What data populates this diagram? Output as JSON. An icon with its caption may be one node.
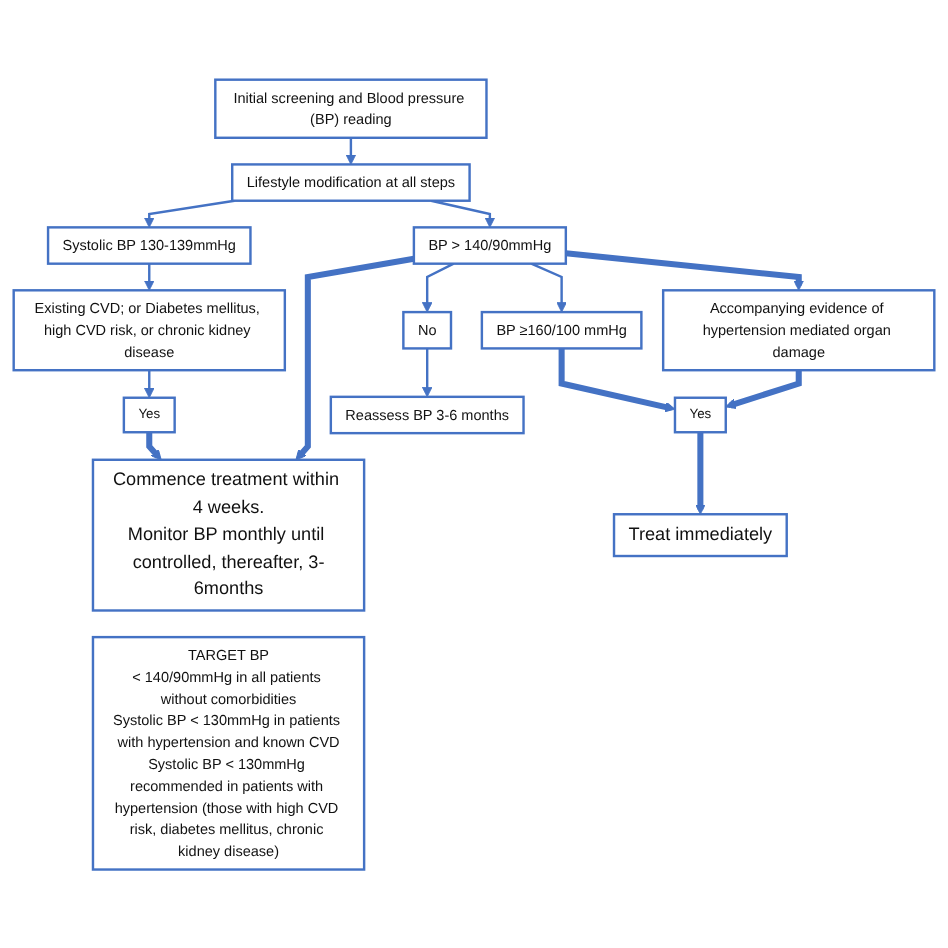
{
  "diagram": {
    "nodes": [
      {
        "text": [
          "Initial screening and Blood pressure (BP) reading"
        ]
      },
      {
        "text": [
          "Lifestyle modification at all steps"
        ]
      },
      {
        "text": [
          "Systolic BP 130-139mmHg"
        ]
      },
      {
        "text": [
          "BP > 140/90mmHg"
        ]
      },
      {
        "text": [
          "No"
        ]
      },
      {
        "text": [
          "Existing CVD; or Diabetes mellitus, high CVD risk, or chronic kidney disease"
        ]
      },
      {
        "text": [
          "BP ≥160/100 mmHg"
        ]
      },
      {
        "text": [
          "Reassess BP 3-6 months"
        ]
      },
      {
        "text": [
          "Yes"
        ]
      },
      {
        "text": [
          "Commence treatment within 4 weeks.",
          "Monitor BP monthly until controlled, thereafter, 3-6months"
        ]
      },
      {
        "text": [
          "Accompanying evidence of hypertension mediated organ damage"
        ]
      },
      {
        "text": [
          "Yes"
        ]
      },
      {
        "text": [
          "Treat immediately"
        ]
      },
      {
        "text": [
          "TARGET BP",
          "< 140/90mmHg in all patients without comorbidities",
          "Systolic BP < 130mmHg in patients with hypertension and known CVD",
          "Systolic BP < 130mmHg recommended in patients with hypertension (those with high CVD risk, diabetes mellitus, chronic kidney disease)"
        ]
      }
    ],
    "edges": [
      {
        "from": 0,
        "to": 1,
        "arrow": "to"
      },
      {
        "from": 1,
        "to": 2,
        "arrow": "to"
      },
      {
        "from": 1,
        "to": 3,
        "arrow": "to"
      },
      {
        "from": 3,
        "to": 4,
        "arrow": "to"
      },
      {
        "from": 2,
        "to": 5,
        "arrow": "to"
      },
      {
        "from": 3,
        "to": 6,
        "arrow": "to"
      },
      {
        "from": 4,
        "to": 7,
        "arrow": "to"
      },
      {
        "from": 5,
        "to": 8,
        "arrow": "to"
      },
      {
        "from": 8,
        "to": 9,
        "arrow": "to",
        "style": "thick"
      },
      {
        "from": 3,
        "to": 9,
        "arrow": "to",
        "style": "thick"
      },
      {
        "from": 3,
        "to": 10,
        "arrow": "to",
        "style": "thick"
      },
      {
        "from": 6,
        "to": 11,
        "arrow": "to",
        "style": "thick"
      },
      {
        "from": 10,
        "to": 11,
        "arrow": "to",
        "style": "thick"
      },
      {
        "from": 11,
        "to": 12,
        "arrow": "to",
        "style": "thick"
      }
    ]
  }
}
